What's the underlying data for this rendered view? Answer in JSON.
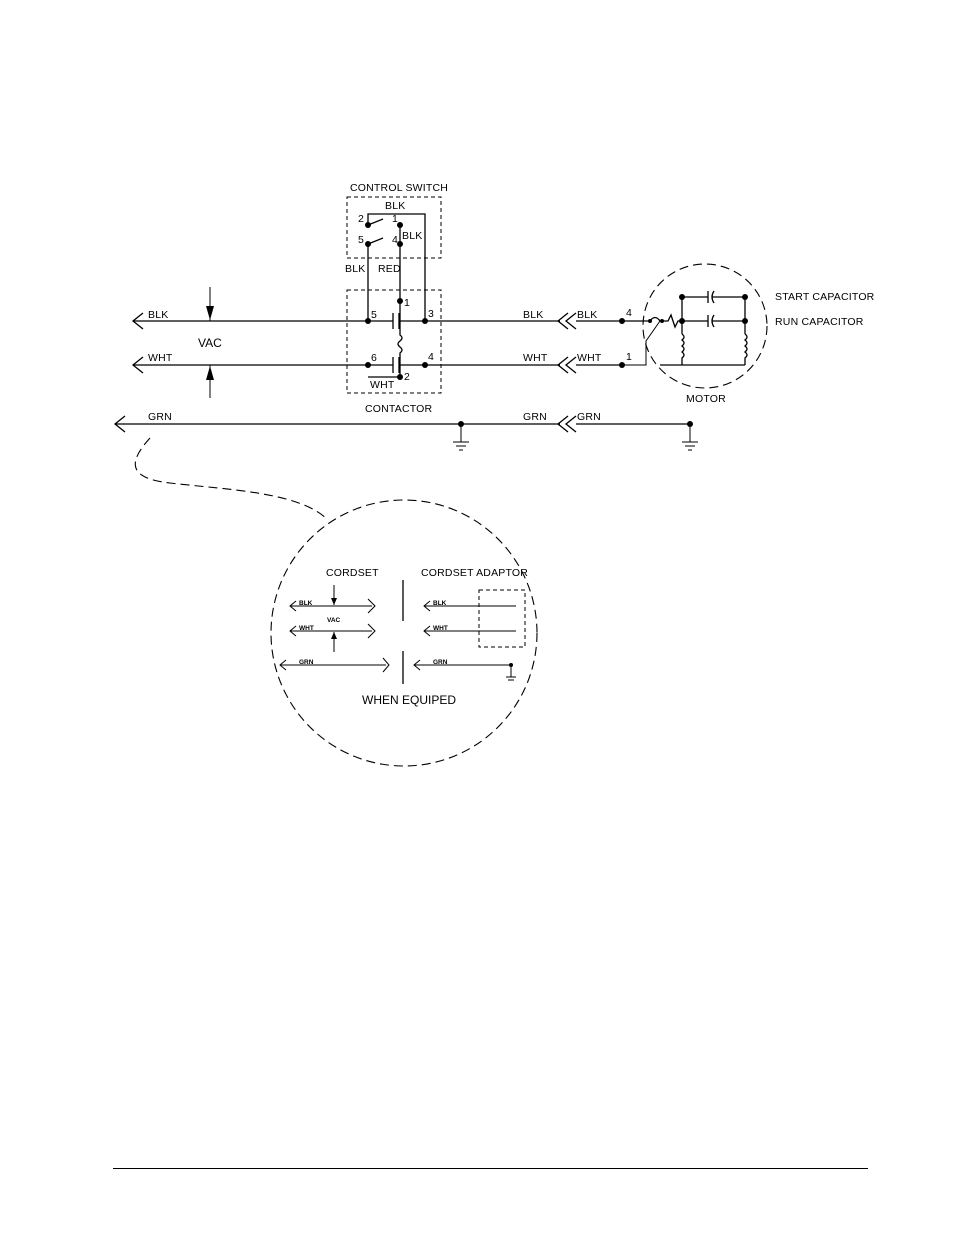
{
  "labels": {
    "control_switch": "CONTROL SWITCH",
    "contactor": "CONTACTOR",
    "motor": "MOTOR",
    "start_capacitor": "START CAPACITOR",
    "run_capacitor": "RUN CAPACITOR",
    "vac": "VAC",
    "when_equiped": "WHEN EQUIPED",
    "cordset": "CORDSET",
    "cordset_adaptor": "CORDSET ADAPTOR"
  },
  "wires": {
    "blk": "BLK",
    "wht": "WHT",
    "grn": "GRN",
    "red": "RED"
  },
  "terminals": {
    "switch": [
      "2",
      "1",
      "5",
      "4"
    ],
    "contactor": [
      "1",
      "5",
      "3",
      "6",
      "4",
      "2"
    ],
    "motor": [
      "4",
      "1"
    ]
  }
}
